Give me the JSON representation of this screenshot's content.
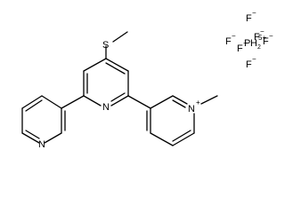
{
  "molecule": {
    "atoms": {
      "thioether_sulfur": "S",
      "central_pyridine_n": "N",
      "left_pyridine_n": "N",
      "pyridinium_n": "N",
      "pyridinium_charge": "+"
    }
  },
  "counterion": {
    "fluoride_top": "F",
    "fluoride_top_charge": "−",
    "fluoride_left": "F",
    "fluoride_left_charge": "−",
    "fluoride_inner_left": "F",
    "fluoride_inner_left_charge": "−",
    "fluoride_inner_top": "F",
    "fluoride_inner_top_charge": "−",
    "phosphorus": "P",
    "phosphorus_h": "H",
    "phosphorus_h_count": "2",
    "phosphorus_charge": "5+",
    "fluoride_right": "F",
    "fluoride_right_charge": "−",
    "fluoride_bottom": "F",
    "fluoride_bottom_charge": "−"
  }
}
